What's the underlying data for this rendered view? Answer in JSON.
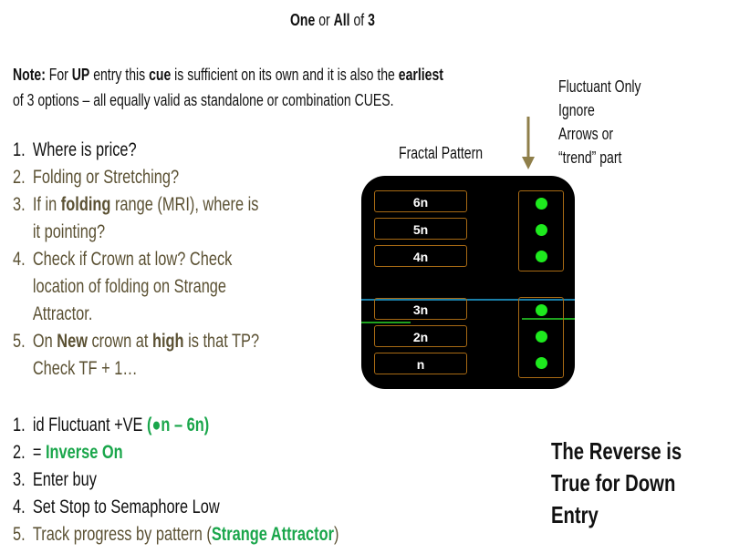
{
  "title": {
    "one": "One",
    "or": "or",
    "all": "All",
    "of": "of",
    "three": "3"
  },
  "note": {
    "label": "Note:",
    "t1": "For",
    "up": "UP",
    "t2": "entry this",
    "cue": "cue",
    "t3": "is sufficient on its own and it is also the",
    "earliest": "earliest",
    "line2": "of 3 options – all equally valid as standalone or combination CUES."
  },
  "side_note": [
    "Fluctuant Only",
    "Ignore",
    "Arrows or",
    "“trend” part"
  ],
  "fractal_label": "Fractal Pattern",
  "fractal_cells": [
    "6n",
    "5n",
    "4n",
    "3n",
    "2n",
    "n"
  ],
  "list1": [
    {
      "num": "1.",
      "text": "Where is price?"
    },
    {
      "num": "2.",
      "text": "Folding or Stretching?"
    },
    {
      "num": "3.",
      "pre": "If in",
      "bold": "folding",
      "post": "range (MRI), where is",
      "line2": "it pointing?"
    },
    {
      "num": "4.",
      "text": "Check if Crown at low? Check",
      "line2": "location of folding on Strange",
      "line3": "Attractor."
    },
    {
      "num": "5.",
      "pre": "On",
      "bold": "New",
      "mid": "crown at",
      "bold2": "high",
      "post": "is that TP?",
      "line2": "Check TF + 1…"
    }
  ],
  "list2": [
    {
      "num": "1.",
      "text": "id Fluctuant +VE",
      "green": "(●n – 6n)"
    },
    {
      "num": "2.",
      "text": "=",
      "green": "Inverse On"
    },
    {
      "num": "3.",
      "text": "Enter buy"
    },
    {
      "num": "4.",
      "text": "Set Stop to Semaphore Low"
    },
    {
      "num": "5.",
      "text": "Track progress by pattern (",
      "green": "Strange Attractor",
      "end": ")"
    }
  ],
  "reverse": [
    "The Reverse is",
    "True for Down",
    "Entry"
  ],
  "colors": {
    "olive": "#5b5133",
    "green": "#1aa64b",
    "dot": "#1eea1e",
    "cell_border": "#a86a14"
  }
}
